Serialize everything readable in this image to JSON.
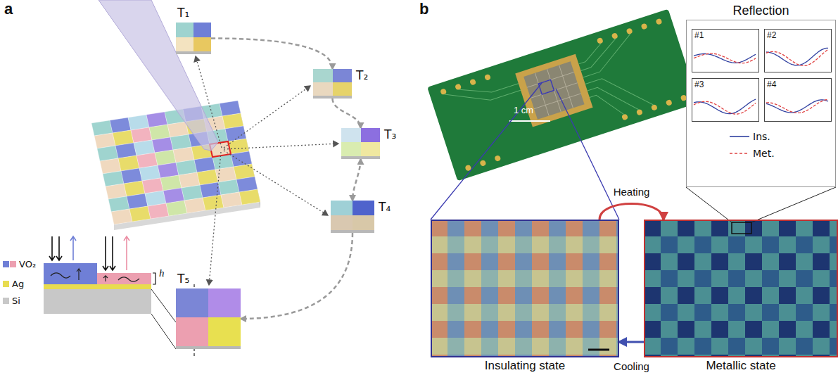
{
  "diagram": {
    "nodes": [
      {
        "text": [
          "T₁"
        ]
      },
      {
        "text": [
          "T₂"
        ]
      },
      {
        "text": [
          "T₃"
        ]
      },
      {
        "text": [
          "T₄"
        ]
      },
      {
        "text": [
          "T₅"
        ]
      },
      {
        "text": [
          "Reflection"
        ]
      },
      {
        "text": [
          "#1"
        ],
        "in": 5
      },
      {
        "text": [
          "#2"
        ],
        "in": 5
      },
      {
        "text": [
          "#3"
        ],
        "in": 5
      },
      {
        "text": [
          "#4"
        ],
        "in": 5
      },
      {
        "text": [
          "Insulating state"
        ]
      },
      {
        "text": [
          "Metallic state"
        ]
      }
    ],
    "edges": [
      {
        "from": 0,
        "to": 1,
        "arrow": "to"
      },
      {
        "from": 1,
        "to": 2,
        "arrow": "to"
      },
      {
        "from": 2,
        "to": 3,
        "arrow": "both"
      },
      {
        "from": 3,
        "to": 4,
        "arrow": "to"
      },
      {
        "from": 10,
        "to": 11,
        "label": "Heating",
        "arrow": "to"
      },
      {
        "from": 11,
        "to": 10,
        "label": "Cooling",
        "arrow": "to"
      }
    ],
    "labels": [
      "a",
      "b",
      "h",
      "1 cm"
    ],
    "legend": [
      {
        "text": "VO₂",
        "color": "#6f7fd6"
      },
      {
        "text": "Ag",
        "color": "#e8dc50"
      },
      {
        "text": "Si",
        "color": "#c8c8c8"
      },
      {
        "text": "Ins."
      },
      {
        "text": "Met."
      }
    ]
  }
}
